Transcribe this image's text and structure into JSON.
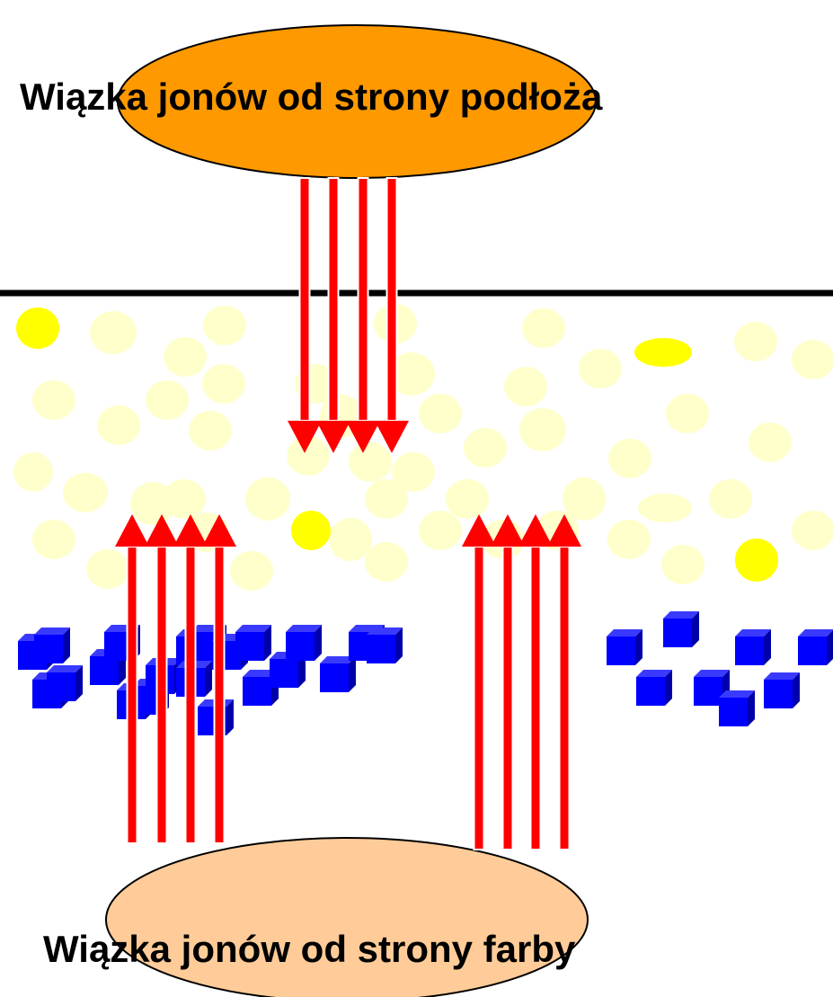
{
  "top_beam": {
    "label": "Wiązka jonów od strony podłoża",
    "color": "#FF9900",
    "arrow_direction": "down"
  },
  "bottom_beam": {
    "label": "Wiązka jonów od strony farby",
    "color": "#FFCC99",
    "arrow_direction": "up"
  },
  "colors": {
    "arrow": "#FF0000",
    "substrate_particles": "#FFFFCC",
    "substrate_particles_dense": "#FFFF00",
    "pigment_cubes": "#0000FF",
    "boundary_line": "#000000"
  }
}
